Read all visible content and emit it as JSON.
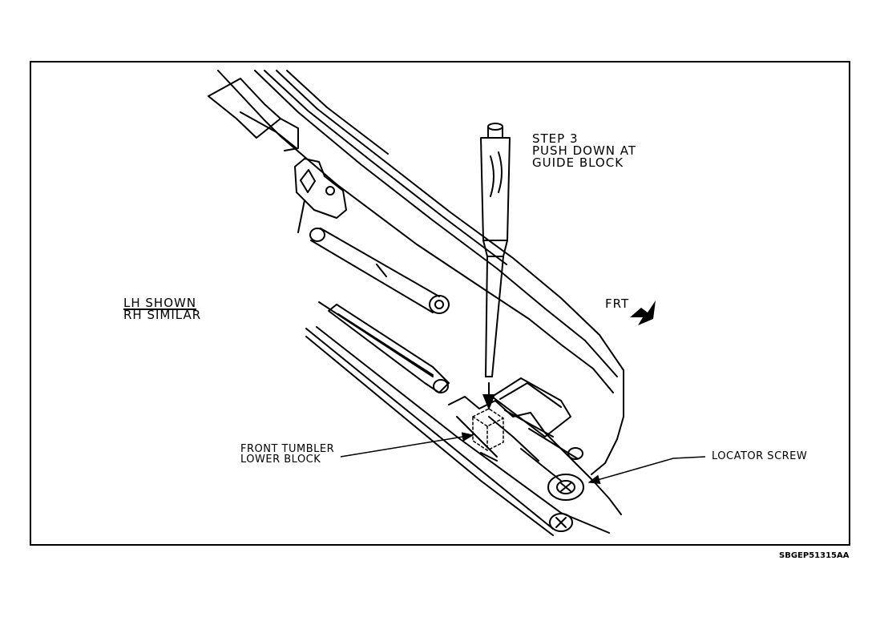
{
  "step": {
    "line1": "STEP 3",
    "line2": "PUSH DOWN AT",
    "line3": "GUIDE BLOCK"
  },
  "side_note": {
    "line1": "LH SHOWN",
    "line2": "RH SIMILAR"
  },
  "direction_label": "FRT",
  "callouts": {
    "tumbler_line1": "FRONT TUMBLER",
    "tumbler_line2": "LOWER BLOCK",
    "locator": "LOCATOR SCREW"
  },
  "figure_id": "SBGEP51315AA"
}
